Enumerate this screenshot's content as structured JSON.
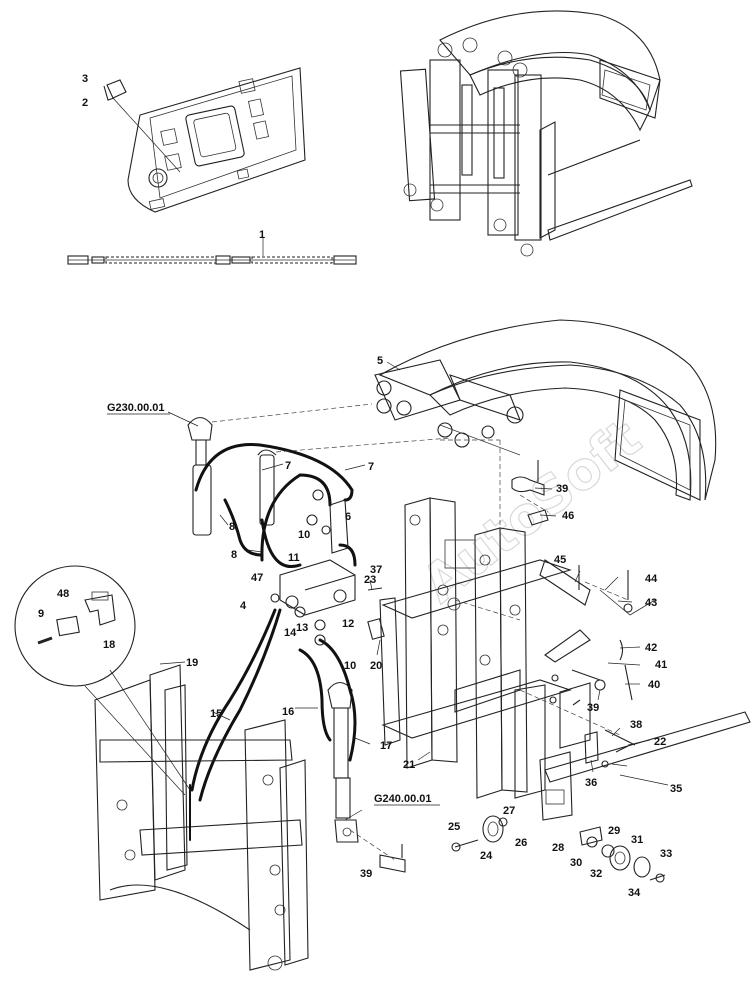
{
  "watermark": "AutoSoft",
  "references": {
    "g230": "G230.00.01",
    "g240": "G240.00.01"
  },
  "callouts": {
    "c1": "1",
    "c2": "2",
    "c3": "3",
    "c4": "4",
    "c5": "5",
    "c6": "6",
    "c7": "7",
    "c8": "8",
    "c9": "9",
    "c10": "10",
    "c11": "11",
    "c12": "12",
    "c13": "13",
    "c14": "14",
    "c15": "15",
    "c16": "16",
    "c17": "17",
    "c18": "18",
    "c19": "19",
    "c20": "20",
    "c21": "21",
    "c22": "22",
    "c23": "23",
    "c24": "24",
    "c25": "25",
    "c26": "26",
    "c27": "27",
    "c28": "28",
    "c29": "29",
    "c30": "30",
    "c31": "31",
    "c32": "32",
    "c33": "33",
    "c34": "34",
    "c35": "35",
    "c36": "36",
    "c37": "37",
    "c38": "38",
    "c39": "39",
    "c40": "40",
    "c41": "41",
    "c42": "42",
    "c43": "43",
    "c44": "44",
    "c45": "45",
    "c46": "46",
    "c47": "47",
    "c48": "48"
  }
}
